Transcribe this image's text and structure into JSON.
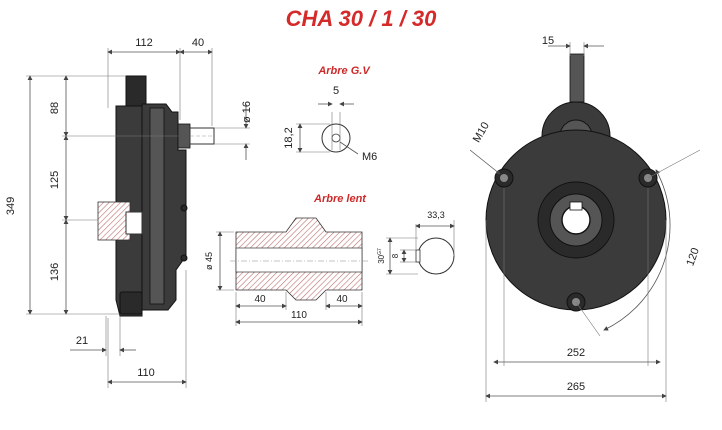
{
  "title": {
    "text": "CHA 30 / 1 / 30",
    "color": "#d42a2a"
  },
  "sections": {
    "arbre_gv": "Arbre G.V",
    "arbre_lent": "Arbre lent"
  },
  "dims": {
    "side_112": "112",
    "side_40": "40",
    "side_349": "349",
    "side_88": "88",
    "side_125": "125",
    "side_136": "136",
    "side_d16": "ø 16",
    "side_21": "21",
    "side_110": "110",
    "gv_5": "5",
    "gv_18_2": "18,2",
    "gv_m6": "M6",
    "lent_d45": "ø 45",
    "lent_40a": "40",
    "lent_40b": "40",
    "lent_110": "110",
    "key_33_3": "33,3",
    "key_30": "30",
    "key_30_sup": "G7",
    "key_8": "8",
    "front_15": "15",
    "front_m10": "M10",
    "front_120": "120",
    "front_252": "252",
    "front_265": "265"
  }
}
